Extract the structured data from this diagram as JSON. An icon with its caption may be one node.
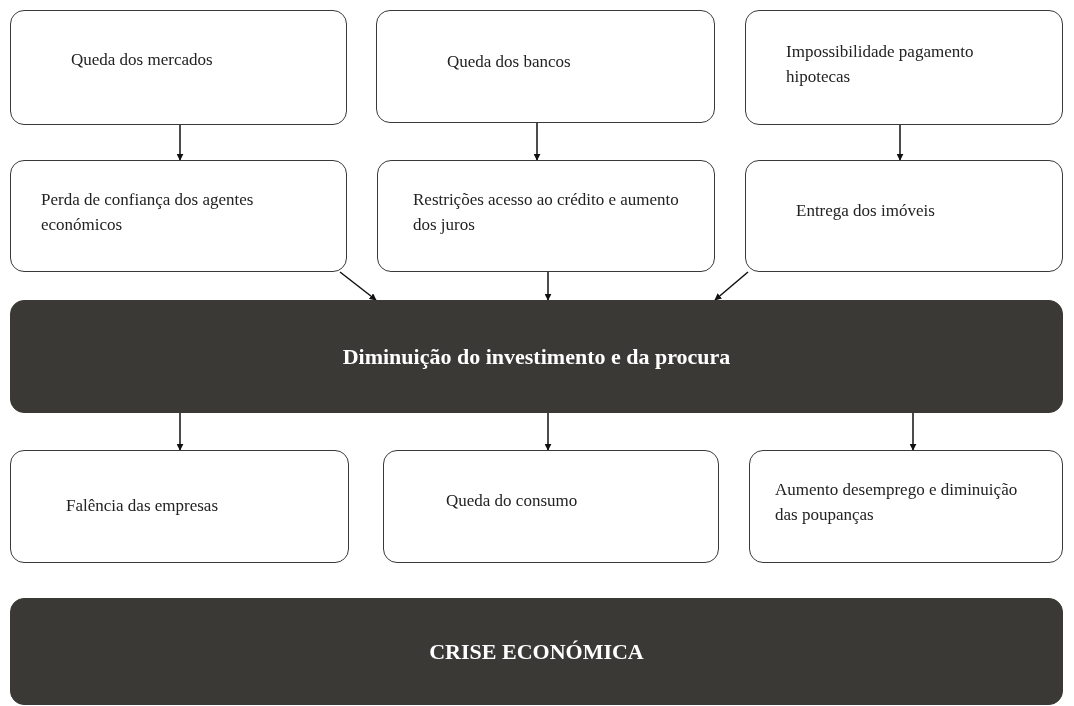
{
  "diagram": {
    "nodes": [
      {
        "text": [
          "Queda dos mercados"
        ]
      },
      {
        "text": [
          "Queda dos bancos"
        ]
      },
      {
        "text": [
          "Impossibilidade pagamento hipotecas"
        ]
      },
      {
        "text": [
          "Perda de confiança dos agentes económicos"
        ]
      },
      {
        "text": [
          "Restrições acesso ao crédito e aumento dos juros"
        ]
      },
      {
        "text": [
          "Entrega dos imóveis"
        ]
      },
      {
        "text": [
          "Diminuição do investimento e da procura"
        ]
      },
      {
        "text": [
          "Falência das empresas"
        ]
      },
      {
        "text": [
          "Queda do consumo"
        ]
      },
      {
        "text": [
          "Aumento desemprego e diminuição das poupanças"
        ]
      },
      {
        "text": [
          "CRISE ECONÓMICA"
        ]
      }
    ],
    "edges": [
      {
        "from": 0,
        "to": 3,
        "arrow": "to"
      },
      {
        "from": 1,
        "to": 4,
        "arrow": "to"
      },
      {
        "from": 2,
        "to": 5,
        "arrow": "to"
      },
      {
        "from": 3,
        "to": 6,
        "arrow": "to"
      },
      {
        "from": 4,
        "to": 6,
        "arrow": "to"
      },
      {
        "from": 5,
        "to": 6,
        "arrow": "to"
      },
      {
        "from": 6,
        "to": 7,
        "arrow": "to"
      },
      {
        "from": 6,
        "to": 8,
        "arrow": "to"
      },
      {
        "from": 6,
        "to": 9,
        "arrow": "to"
      }
    ]
  }
}
